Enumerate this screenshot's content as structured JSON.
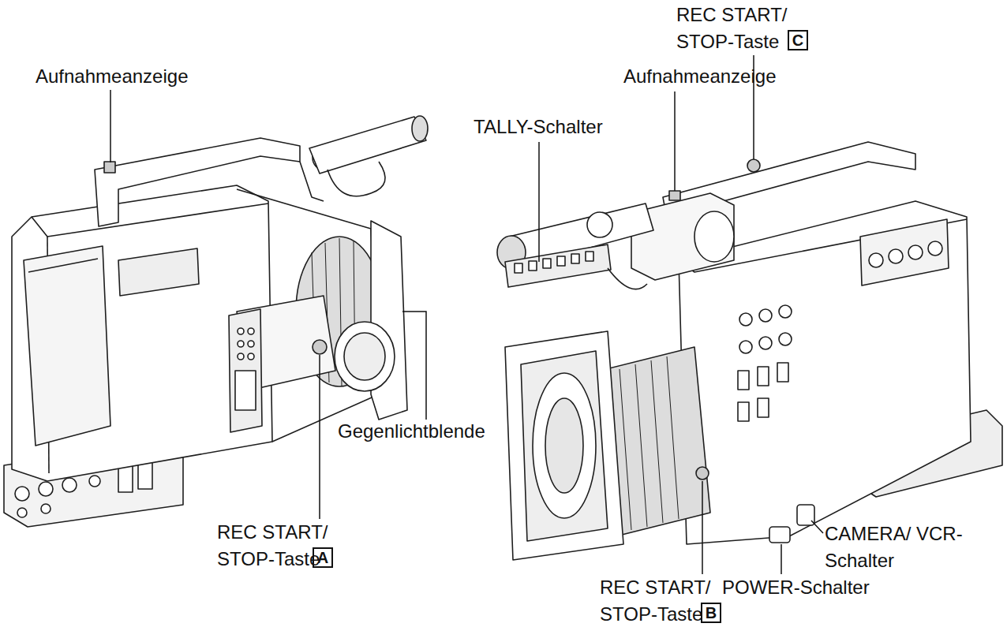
{
  "diagram": {
    "labels": [
      "REC START/ STOP-Taste",
      "C",
      "Aufnahmeanzeige",
      "Aufnahmeanzeige",
      "TALLY-Schalter",
      "Gegenlichtblende",
      "REC START/ STOP-Taste",
      "A",
      "CAMERA/ VCR-Schalter",
      "POWER-Schalter",
      "REC START/ STOP-Taste",
      "B"
    ]
  }
}
